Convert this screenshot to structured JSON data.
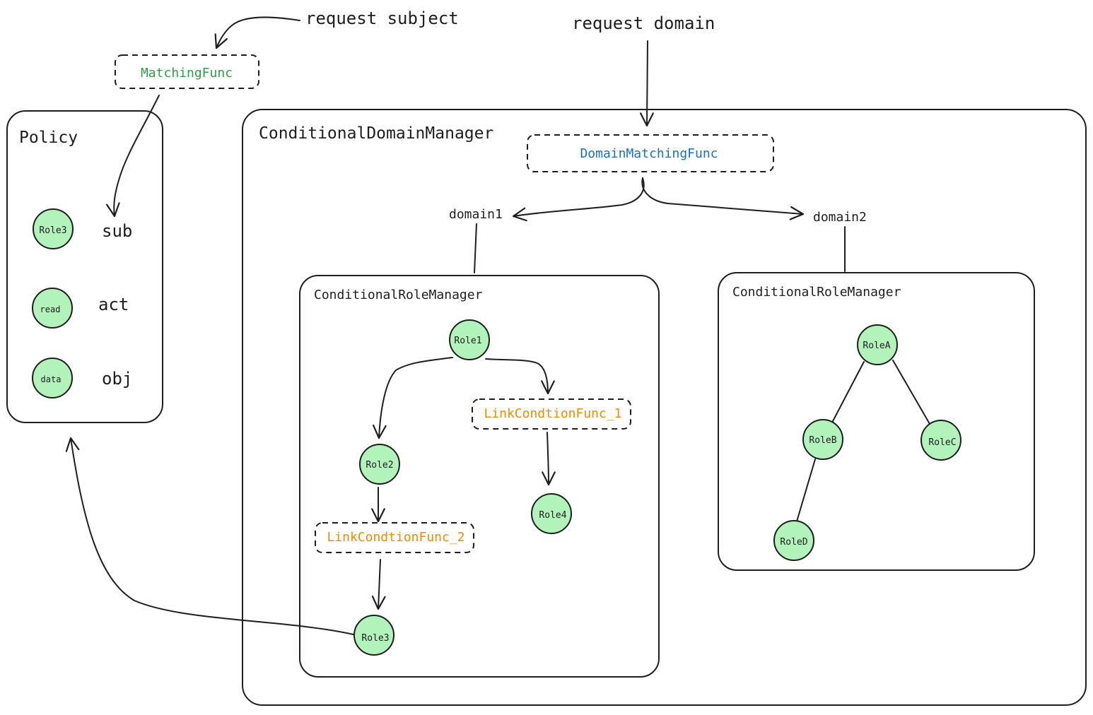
{
  "labels": {
    "request_subject": "request subject",
    "request_domain": "request domain",
    "policy_title": "Policy",
    "domain_manager_title": "ConditionalDomainManager",
    "role_manager_1_title": "ConditionalRoleManager",
    "role_manager_2_title": "ConditionalRoleManager",
    "domain1": "domain1",
    "domain2": "domain2"
  },
  "functions": {
    "matching": "MatchingFunc",
    "domain_matching": "DomainMatchingFunc",
    "link_1": "LinkCondtionFunc_1",
    "link_2": "LinkCondtionFunc_2"
  },
  "policy": {
    "rows": [
      {
        "node": "Role3",
        "field": "sub"
      },
      {
        "node": "read",
        "field": "act"
      },
      {
        "node": "data",
        "field": "obj"
      }
    ]
  },
  "roles_domain1": {
    "role1": "Role1",
    "role2": "Role2",
    "role3": "Role3",
    "role4": "Role4"
  },
  "roles_domain2": {
    "roleA": "RoleA",
    "roleB": "RoleB",
    "roleC": "RoleC",
    "roleD": "RoleD"
  },
  "colors": {
    "node_fill": "#b2f2bb",
    "stroke": "#1e1e1e",
    "matching_func": "#2f9e44",
    "domain_matching_func": "#1971c2",
    "link_func": "#f08c00"
  }
}
